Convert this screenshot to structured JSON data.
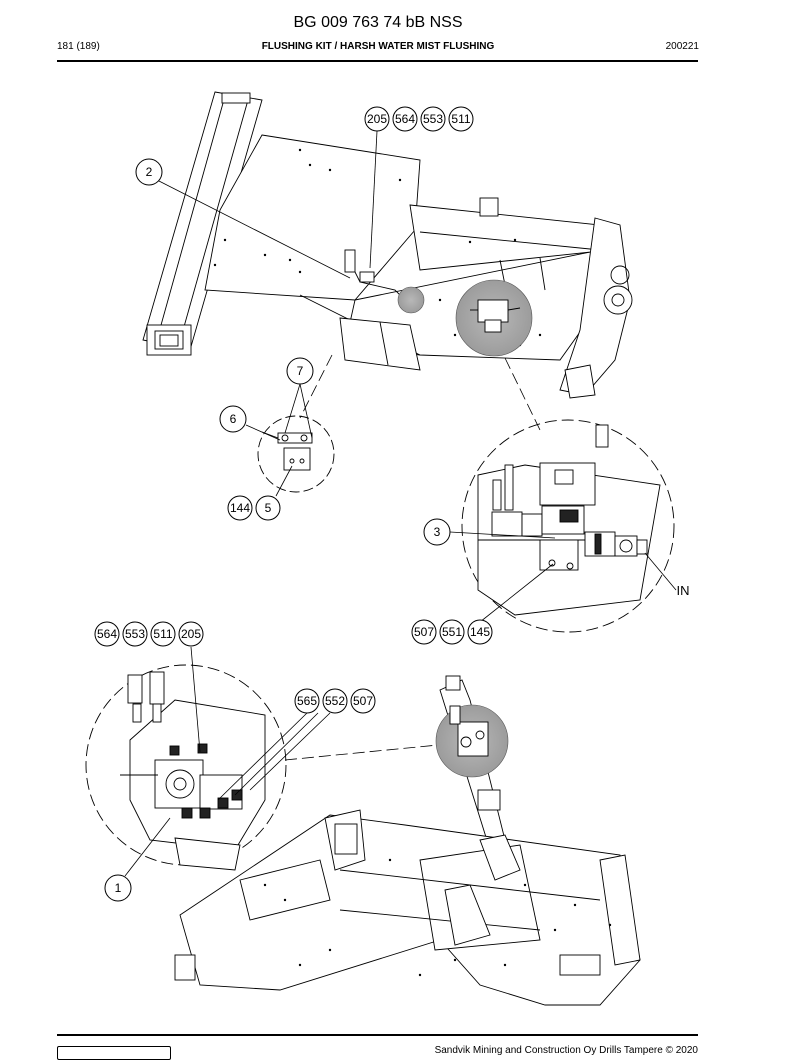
{
  "header": {
    "doc_number": "BG 009 763 74 bB NSS",
    "page": "181 (189)",
    "title": "FLUSHING KIT / HARSH WATER MIST FLUSHING",
    "date": "200221"
  },
  "footer": {
    "copyright": "Sandvik Mining and Construction Oy Drills Tampere © 2020"
  },
  "callouts": {
    "c205a": "205",
    "c564a": "564",
    "c553a": "553",
    "c511a": "511",
    "c2": "2",
    "c7": "7",
    "c6": "6",
    "c144": "144",
    "c5": "5",
    "c3": "3",
    "in_label": "IN",
    "c507a": "507",
    "c551": "551",
    "c145": "145",
    "c564b": "564",
    "c553b": "553",
    "c511b": "511",
    "c205b": "205",
    "c565": "565",
    "c552": "552",
    "c507b": "507",
    "c1": "1"
  }
}
